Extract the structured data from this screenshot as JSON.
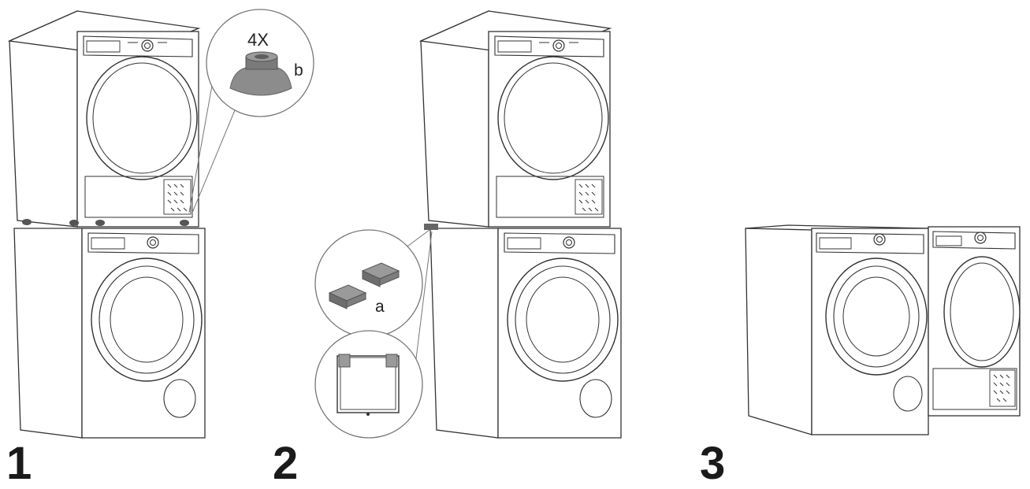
{
  "steps": [
    {
      "number": "1",
      "callout": {
        "qty": "4X",
        "part": "b"
      }
    },
    {
      "number": "2",
      "callout": {
        "part": "a"
      }
    },
    {
      "number": "3"
    }
  ],
  "colors": {
    "line": "#333333",
    "part": "#8c8c8c",
    "part_dark": "#6e6e6e"
  }
}
